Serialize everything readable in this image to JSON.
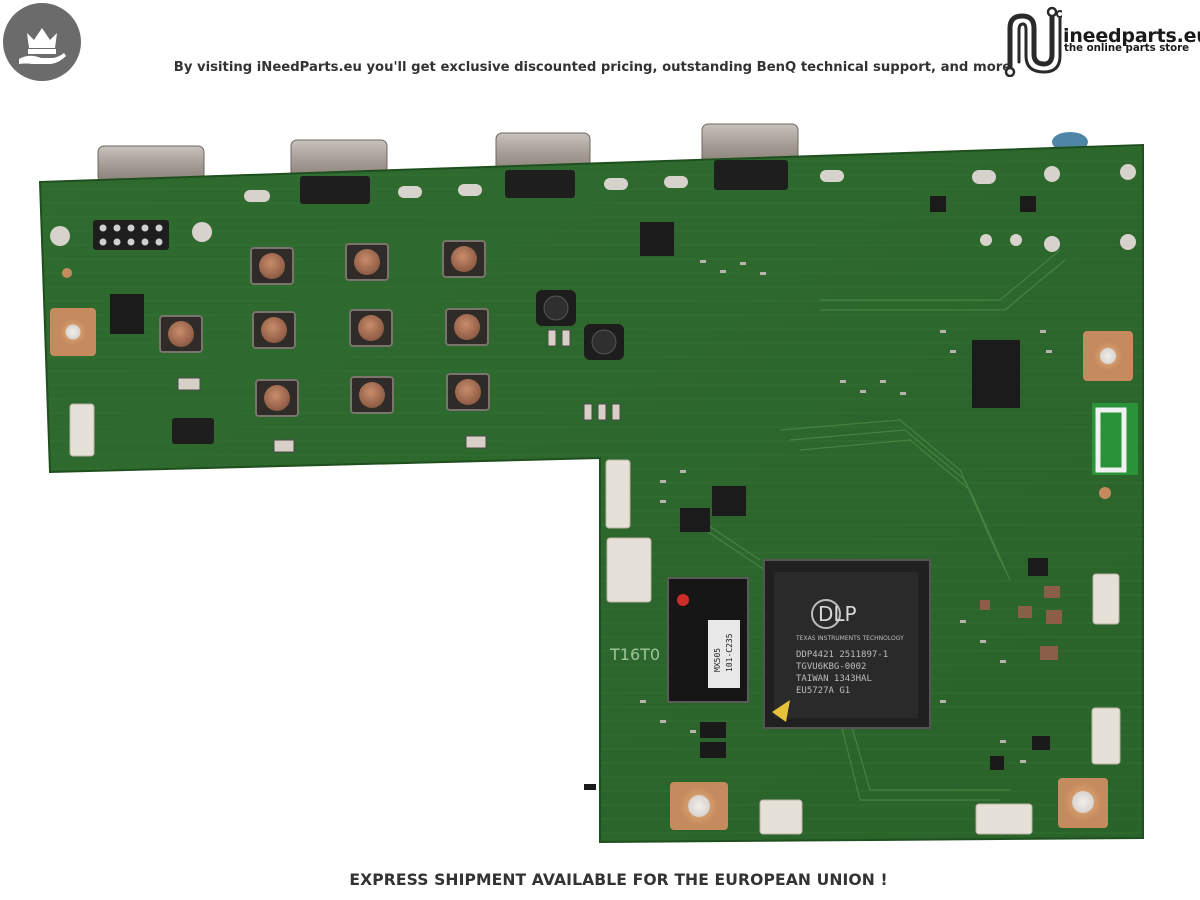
{
  "header": {
    "tagline": "By visiting iNeedParts.eu you'll get exclusive discounted pricing, outstanding BenQ technical support, and more",
    "logo_name": "ineedparts.eu",
    "logo_subtitle": "the online parts store"
  },
  "board": {
    "left_label": "T16T0",
    "chip_brand": "DLP",
    "chip_maker": "TEXAS INSTRUMENTS TECHNOLOGY",
    "chip_lines": [
      "DDP4421   2511897-1",
      "TGVU6KBG-0002",
      "TAIWAN 1343HAL",
      "EU5727A             G1"
    ],
    "memory_lines": [
      "MX505",
      "101-C235"
    ]
  },
  "footer": {
    "text": "EXPRESS SHIPMENT AVAILABLE FOR THE EUROPEAN UNION !"
  },
  "colors": {
    "pcb": "#2f6b2f",
    "pcb_light": "#3c7c3a",
    "badge": "#6b6b6b",
    "text": "#333333"
  }
}
